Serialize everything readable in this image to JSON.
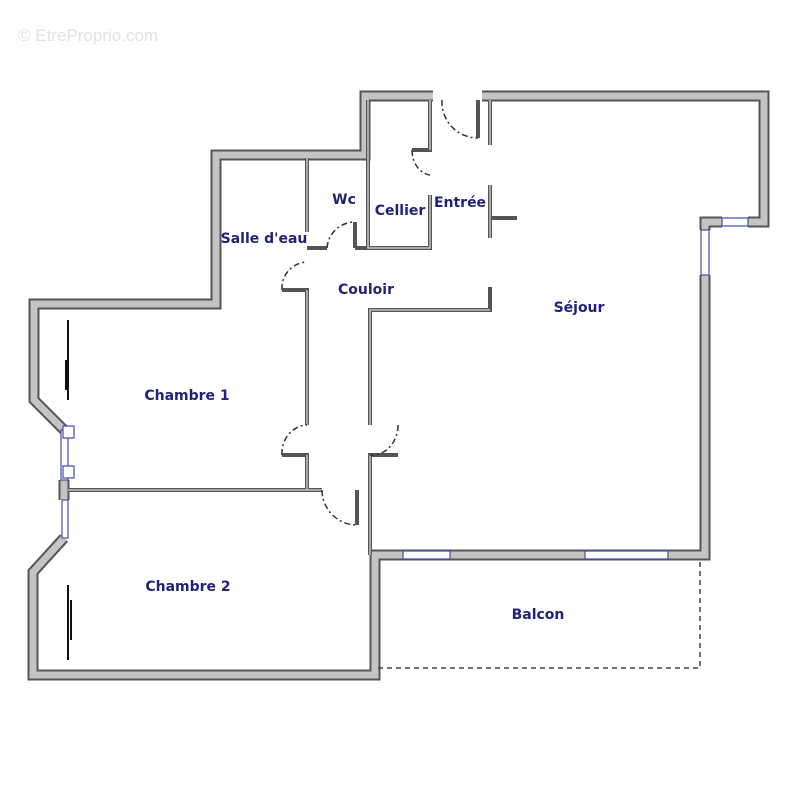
{
  "watermark": "© EtreProprio.com",
  "colors": {
    "label": "#22227a",
    "wall": "#c4c4c4",
    "wall_outline": "#555555",
    "window": "#4a4aa8"
  },
  "rooms": [
    {
      "id": "salle-d-eau",
      "label": "Salle d'eau"
    },
    {
      "id": "wc",
      "label": "Wc"
    },
    {
      "id": "cellier",
      "label": "Cellier"
    },
    {
      "id": "entree",
      "label": "Entrée"
    },
    {
      "id": "couloir",
      "label": "Couloir"
    },
    {
      "id": "sejour",
      "label": "Séjour"
    },
    {
      "id": "chambre-1",
      "label": "Chambre 1"
    },
    {
      "id": "chambre-2",
      "label": "Chambre 2"
    },
    {
      "id": "balcon",
      "label": "Balcon"
    }
  ]
}
